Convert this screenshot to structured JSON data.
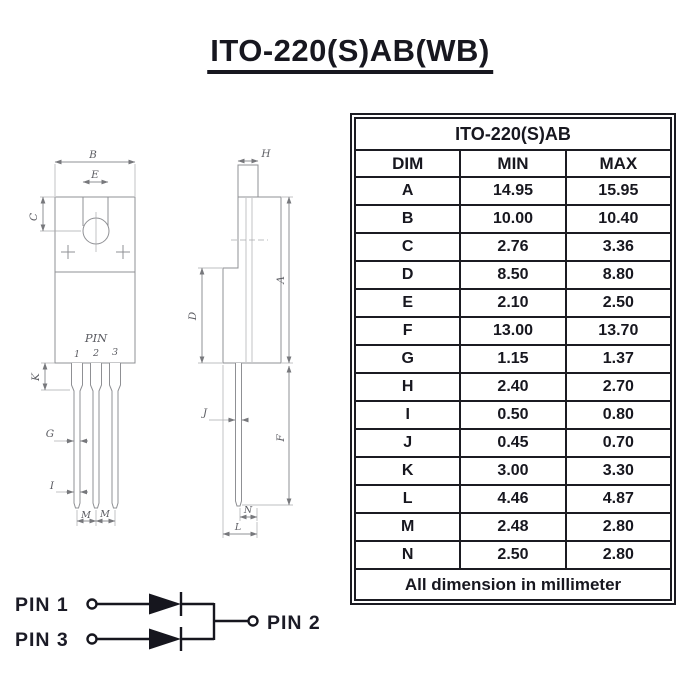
{
  "title": "ITO-220(S)AB(WB)",
  "table": {
    "title": "ITO-220(S)AB",
    "columns": [
      "DIM",
      "MIN",
      "MAX"
    ],
    "rows": [
      [
        "A",
        "14.95",
        "15.95"
      ],
      [
        "B",
        "10.00",
        "10.40"
      ],
      [
        "C",
        "2.76",
        "3.36"
      ],
      [
        "D",
        "8.50",
        "8.80"
      ],
      [
        "E",
        "2.10",
        "2.50"
      ],
      [
        "F",
        "13.00",
        "13.70"
      ],
      [
        "G",
        "1.15",
        "1.37"
      ],
      [
        "H",
        "2.40",
        "2.70"
      ],
      [
        "I",
        "0.50",
        "0.80"
      ],
      [
        "J",
        "0.45",
        "0.70"
      ],
      [
        "K",
        "3.00",
        "3.30"
      ],
      [
        "L",
        "4.46",
        "4.87"
      ],
      [
        "M",
        "2.48",
        "2.80"
      ],
      [
        "N",
        "2.50",
        "2.80"
      ]
    ],
    "footer": "All dimension in millimeter"
  },
  "drawing": {
    "front": {
      "dim_b": "B",
      "dim_e": "E",
      "dim_c": "C",
      "dim_k": "K",
      "dim_g": "G",
      "dim_i": "I",
      "dim_m_left": "M",
      "dim_m_right": "M",
      "pin_label": "PIN",
      "pin_numbers": [
        "1",
        "2",
        "3"
      ]
    },
    "side": {
      "dim_h": "H",
      "dim_d": "D",
      "dim_a": "A",
      "dim_f": "F",
      "dim_j": "J",
      "dim_n": "N",
      "dim_l": "L"
    }
  },
  "schematic": {
    "pin1_label": "PIN 1",
    "pin3_label": "PIN 3",
    "pin2_label": "PIN 2"
  },
  "colors": {
    "table_border": "#1b1b22",
    "text": "#17171f",
    "drawing_line": "#8f9094",
    "drawing_text": "#5c5d63",
    "schematic": "#16161e"
  }
}
